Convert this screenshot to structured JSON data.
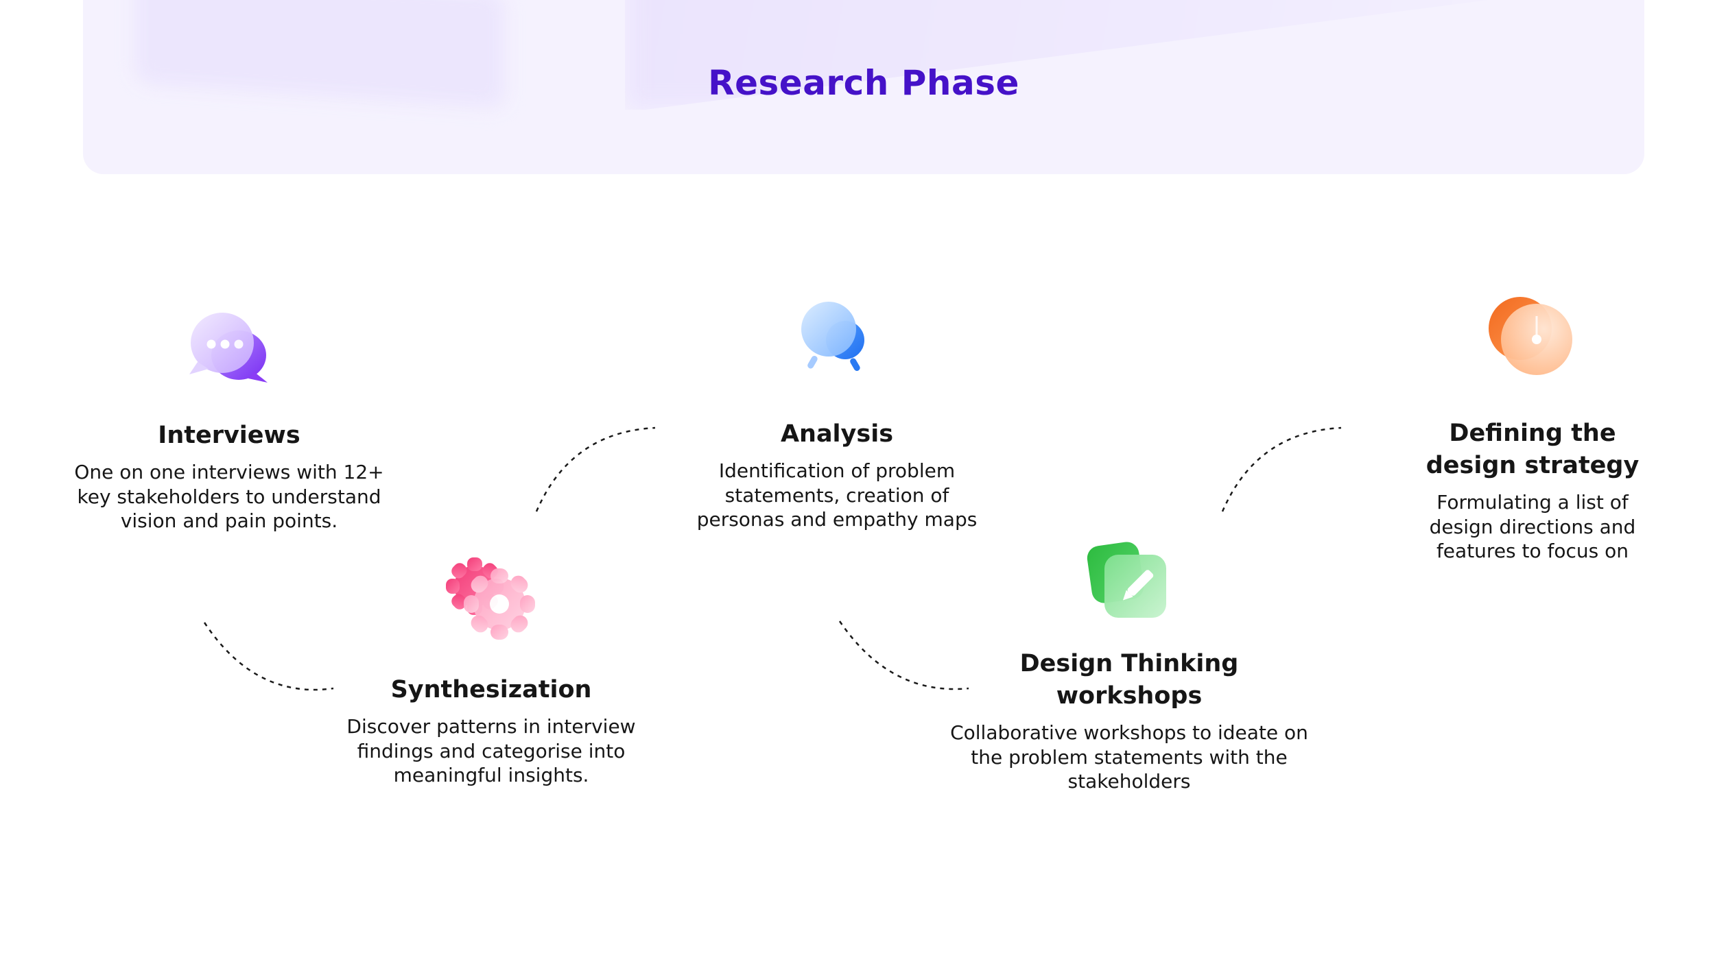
{
  "header": {
    "title": "Research Phase"
  },
  "steps": [
    {
      "id": "interviews",
      "icon": "chat-bubbles-icon",
      "title": "Interviews",
      "desc": "One on one interviews with 12+ key stakeholders to understand vision and pain points.",
      "color": "#a66bff"
    },
    {
      "id": "synthesization",
      "icon": "gears-icon",
      "title": "Synthesization",
      "desc": "Discover patterns in interview findings and categorise into meaningful insights.",
      "color": "#f7518c"
    },
    {
      "id": "analysis",
      "icon": "magnifier-icon",
      "title": "Analysis",
      "desc": "Identification of problem statements, creation of personas and empathy maps",
      "color": "#3d8cf5"
    },
    {
      "id": "design-thinking",
      "icon": "sticky-notes-pencil-icon",
      "title": "Design Thinking workshops",
      "desc": "Collaborative workshops to ideate on the problem statements with the stakeholders",
      "color": "#3dc45a"
    },
    {
      "id": "strategy",
      "icon": "target-dial-icon",
      "title": "Defining the design strategy",
      "desc": "Formulating a list of design directions and features to focus on",
      "color": "#f7843a"
    }
  ]
}
